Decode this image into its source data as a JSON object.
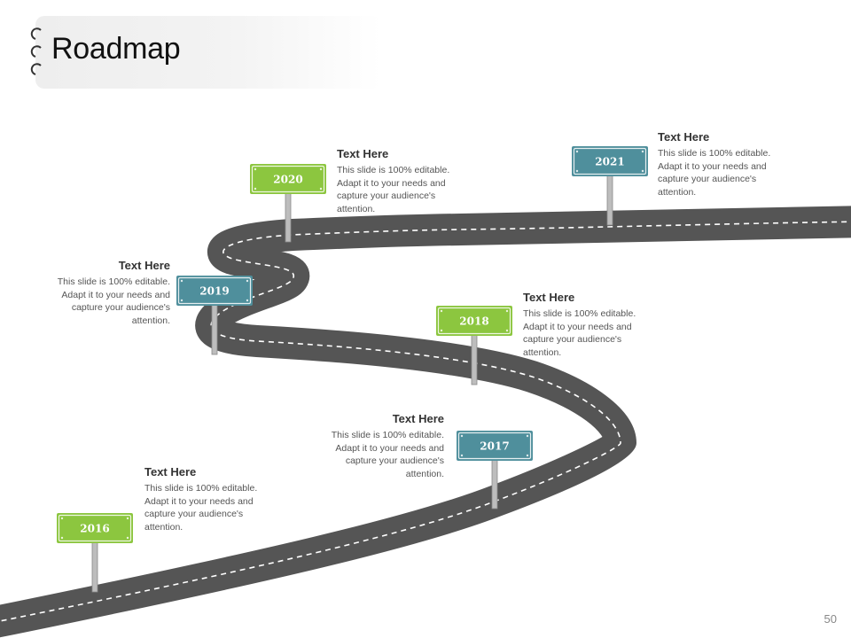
{
  "slide": {
    "title": "Roadmap",
    "page_number": "50"
  },
  "colors": {
    "green": "#8cc63f",
    "teal": "#4f8f9c",
    "road": "#545454",
    "dash": "#ffffff"
  },
  "milestones": [
    {
      "year": "2016",
      "color": "green",
      "heading": "Text Here",
      "body": "This slide is 100% editable. Adapt it to your needs and capture your audience's attention."
    },
    {
      "year": "2017",
      "color": "teal",
      "heading": "Text Here",
      "body": "This slide is 100% editable. Adapt it to your needs and capture your audience's attention."
    },
    {
      "year": "2018",
      "color": "green",
      "heading": "Text Here",
      "body": "This slide is 100% editable. Adapt it to your needs and capture your audience's attention."
    },
    {
      "year": "2019",
      "color": "teal",
      "heading": "Text Here",
      "body": "This slide is 100% editable. Adapt it to your needs and capture your audience's attention."
    },
    {
      "year": "2020",
      "color": "green",
      "heading": "Text Here",
      "body": "This slide is 100% editable. Adapt it to your needs and capture your audience's attention."
    },
    {
      "year": "2021",
      "color": "teal",
      "heading": "Text Here",
      "body": "This slide is 100% editable. Adapt it to your needs and capture your audience's attention."
    }
  ]
}
